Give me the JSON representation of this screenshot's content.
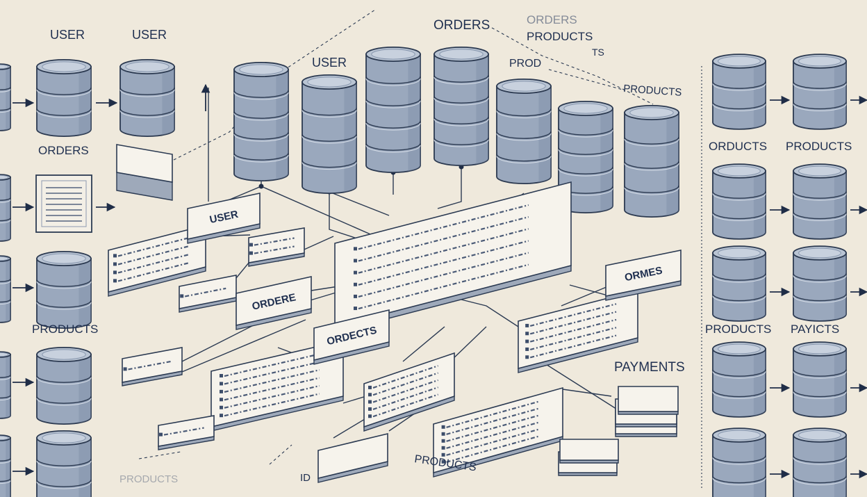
{
  "colors": {
    "background": "#efe9dc",
    "cylinder_body": "#9aa8bd",
    "cylinder_top": "#b9c4d3",
    "cylinder_stroke": "#2b3950",
    "card_fill": "#f6f3ec",
    "card_stroke": "#2b3a52",
    "text": "#1f2f4f"
  },
  "labels": {
    "left_user_1": "USER",
    "left_user_2": "USER",
    "left_orders": "ORDERS",
    "left_products": "PRODUCTS",
    "left_products_faint": "PRODUCTS",
    "bottom_id": "ID",
    "top_orders": "ORDERS",
    "top_orders_faint": "ORDERS",
    "top_products_faint": "PRODUCTS",
    "top_ts": "TS",
    "center_user": "USER",
    "top_prod": "PROD",
    "top_products": "PRODUCTS",
    "right_orducts": "ORDUCTS",
    "right_products_1": "PRODUCTS",
    "right_products_2": "PRODUCTS",
    "right_payicts": "PAYICTS",
    "payments": "PAYMENTS",
    "bottom_products": "PRODUCTS"
  },
  "card_titles": {
    "user": "USER",
    "ordere": "ORDERE",
    "ordects": "ORDECTS",
    "ormes": "ORMES"
  }
}
